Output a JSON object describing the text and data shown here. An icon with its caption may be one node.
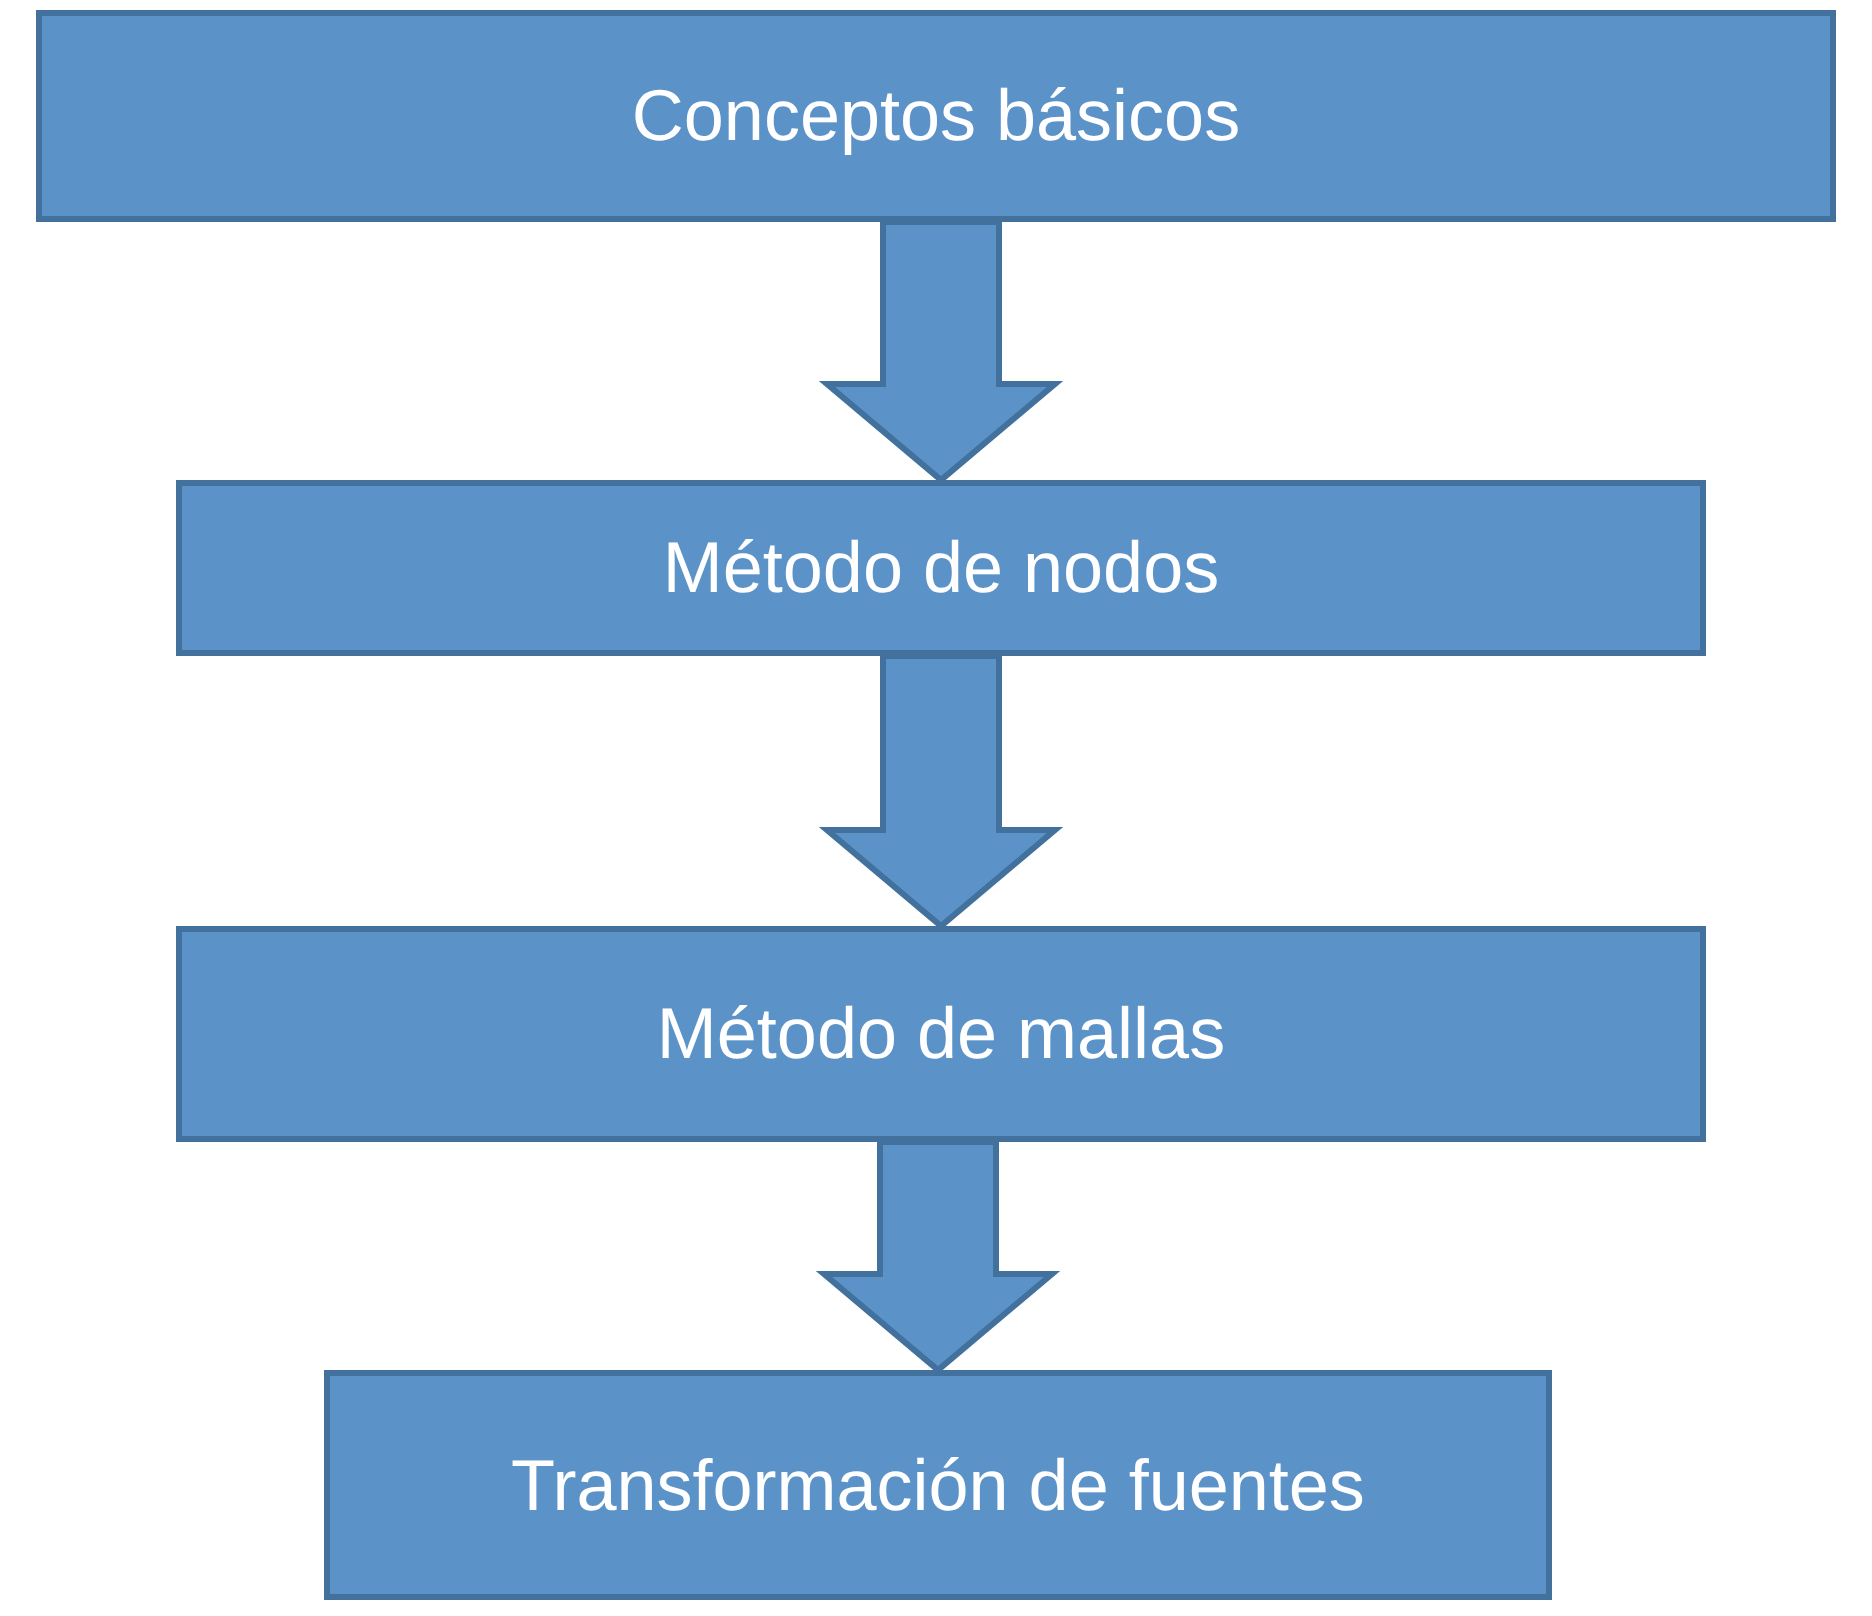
{
  "diagram": {
    "nodes": [
      {
        "text": [
          "Conceptos básicos"
        ]
      },
      {
        "text": [
          "Método de nodos"
        ]
      },
      {
        "text": [
          "Método de mallas"
        ]
      },
      {
        "text": [
          "Transformación de fuentes"
        ]
      }
    ],
    "edges": [
      {
        "from": 0,
        "to": 1,
        "arrow": "to"
      },
      {
        "from": 1,
        "to": 2,
        "arrow": "to"
      },
      {
        "from": 2,
        "to": 3,
        "arrow": "to"
      }
    ]
  }
}
